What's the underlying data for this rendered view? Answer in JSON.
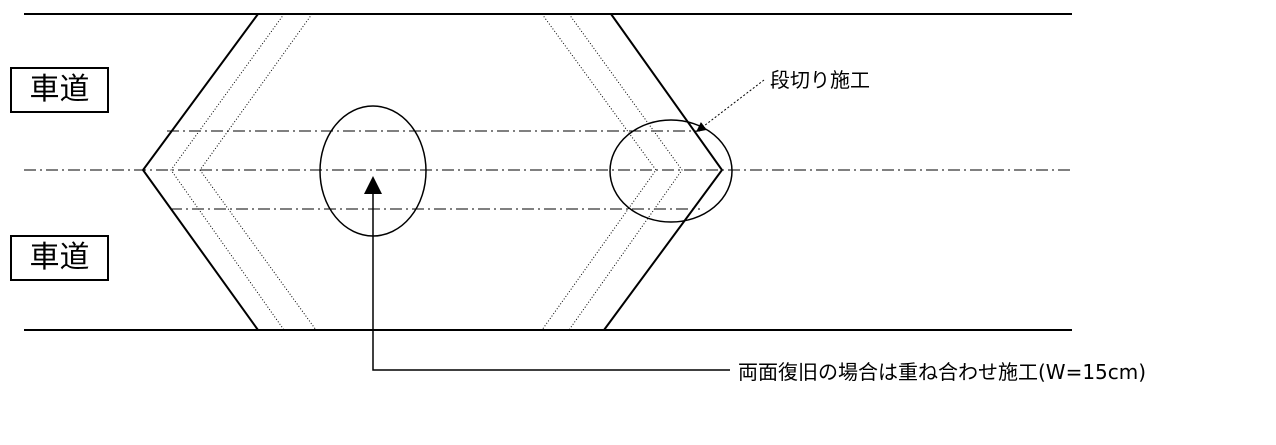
{
  "labels": {
    "road_top": "車道",
    "road_bottom": "車道",
    "step_cut_note": "段切り施工",
    "overlap_note": "両面復旧の場合は重ね合わせ施工(W=15cm)"
  },
  "colors": {
    "line": "#000000",
    "background": "#ffffff"
  }
}
